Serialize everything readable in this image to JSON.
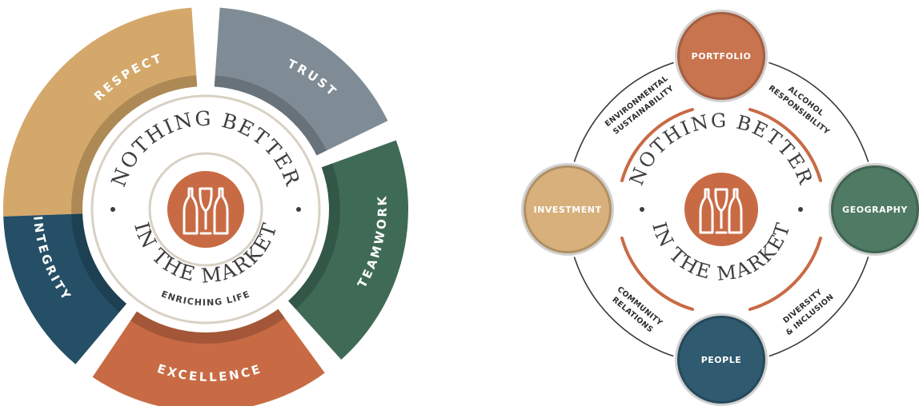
{
  "values_wheel": {
    "segments": [
      {
        "label": "RESPECT",
        "color": "#d4a86a"
      },
      {
        "label": "TRUST",
        "color": "#7f8c95"
      },
      {
        "label": "TEAMWORK",
        "color": "#3f6b56"
      },
      {
        "label": "EXCELLENCE",
        "color": "#c86b45"
      },
      {
        "label": "INTEGRITY",
        "color": "#254f66"
      }
    ],
    "motto_top": "NOTHING BETTER",
    "motto_bottom": "IN THE MARKET",
    "tagline": "ENRICHING LIFE",
    "center_icon": "bottle-glass-icon",
    "center_color": "#c86b45"
  },
  "strategy_wheel": {
    "motto_top": "NOTHING BETTER",
    "motto_bottom": "IN THE MARKET",
    "center_icon": "bottle-glass-icon",
    "center_color": "#c86b45",
    "nodes": [
      {
        "label": "PORTFOLIO",
        "color": "#c8744f"
      },
      {
        "label": "GEOGRAPHY",
        "color": "#4f7a63"
      },
      {
        "label": "PEOPLE",
        "color": "#2f5a70"
      },
      {
        "label": "INVESTMENT",
        "color": "#d8b07c"
      }
    ],
    "pillars": [
      {
        "line1": "ENVIRONMENTAL",
        "line2": "SUSTAINABILITY"
      },
      {
        "line1": "ALCOHOL",
        "line2": "RESPONSIBILITY"
      },
      {
        "line1": "DIVERSITY",
        "line2": "& INCLUSION"
      },
      {
        "line1": "COMMUNITY",
        "line2": "RELATIONS"
      }
    ]
  }
}
